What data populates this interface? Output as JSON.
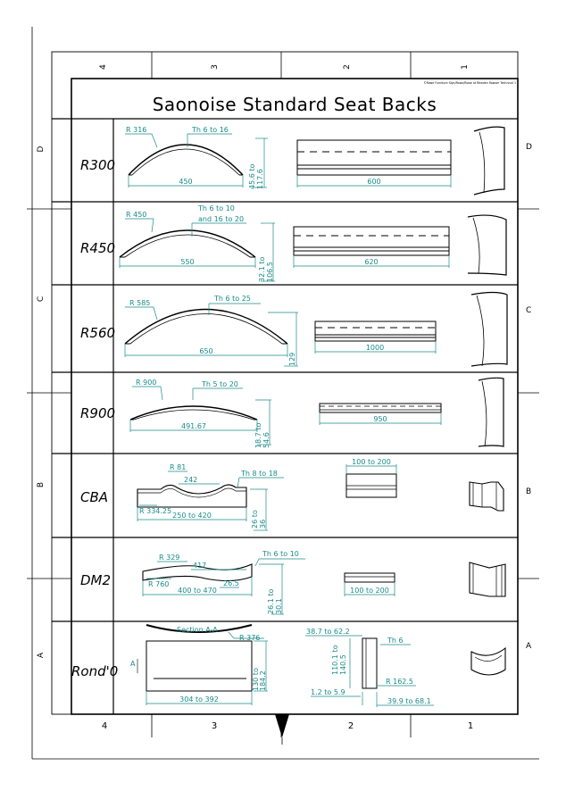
{
  "title": "Saonoise Standard Seat Backs",
  "fine_print": "©Rowe Furniture Sign/Rowe/Rowe at Rewden Rowser Technical 1",
  "grid": {
    "top_columns": [
      "4",
      "3",
      "2",
      "1"
    ],
    "bottom_columns": [
      "4",
      "3",
      "2",
      "1"
    ],
    "left_rows": [
      "D",
      "C",
      "B",
      "A"
    ],
    "right_rows": [
      "D",
      "C",
      "B",
      "A"
    ]
  },
  "rows": [
    {
      "label": "R300",
      "labels": [
        "R 316",
        "Th 6 to 16",
        "450",
        "45.6 to",
        "117.6",
        "600"
      ]
    },
    {
      "label": "R450",
      "labels": [
        "R 450",
        "Th 6 to 10",
        "and 16 to 20",
        "550",
        "32.1 to",
        "106.5",
        "620"
      ]
    },
    {
      "label": "R560",
      "labels": [
        "R 585",
        "Th 6 to 25",
        "650",
        "129",
        "1000"
      ]
    },
    {
      "label": "R900",
      "labels": [
        "R 900",
        "Th 5 to 20",
        "491.67",
        "18.7 to",
        "54.6",
        "950"
      ]
    },
    {
      "label": "CBA",
      "labels": [
        "R 81",
        "242",
        "Th 8 to 18",
        "R 334.25",
        "250 to 420",
        "26 to",
        "36",
        "100 to 200"
      ]
    },
    {
      "label": "DM2",
      "labels": [
        "R 329",
        "417",
        "Th 6 to 10",
        "R 760",
        "26.5",
        "400 to 470",
        "26.1 to",
        "30.1",
        "100 to 200"
      ]
    },
    {
      "label": "Rond'0",
      "labels": [
        "Section A-A",
        "R 376",
        "A",
        "130 to",
        "184.2",
        "304 to 392",
        "38.7 to 62.2",
        "Th 6",
        "110.1 to",
        "140.5",
        "R 162.5",
        "1.2 to 5.9",
        "39.9 to 68.1"
      ]
    }
  ]
}
